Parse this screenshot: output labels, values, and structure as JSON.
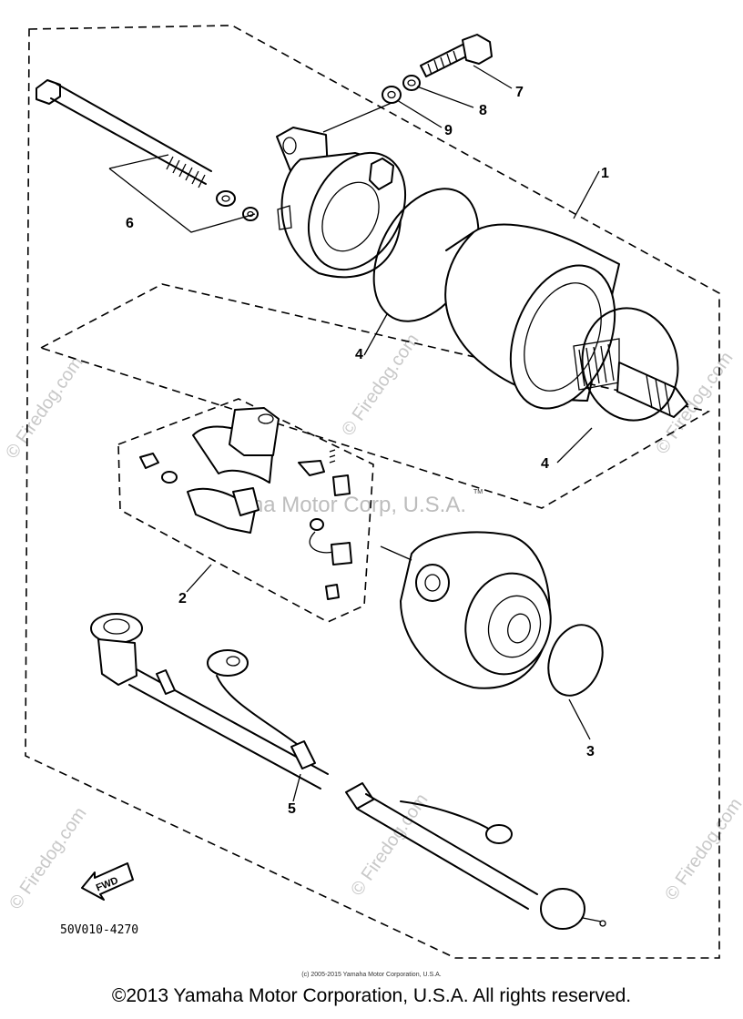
{
  "callouts": {
    "c1": "1",
    "c2": "2",
    "c3": "3",
    "c4a": "4",
    "c4b": "4",
    "c5": "5",
    "c6": "6",
    "c7": "7",
    "c8": "8",
    "c9": "9"
  },
  "watermark": {
    "brand": "© Firedog.com",
    "center": "Yamaha Motor Corp, U.S.A.",
    "tm": "TM"
  },
  "fwd_label": "FWD",
  "diagram_code": "50V010-4270",
  "small_notice": "(c) 2005-2015 Yamaha Motor Corporation, U.S.A.",
  "copyright": "©2013 Yamaha Motor Corporation, U.S.A. All rights reserved."
}
